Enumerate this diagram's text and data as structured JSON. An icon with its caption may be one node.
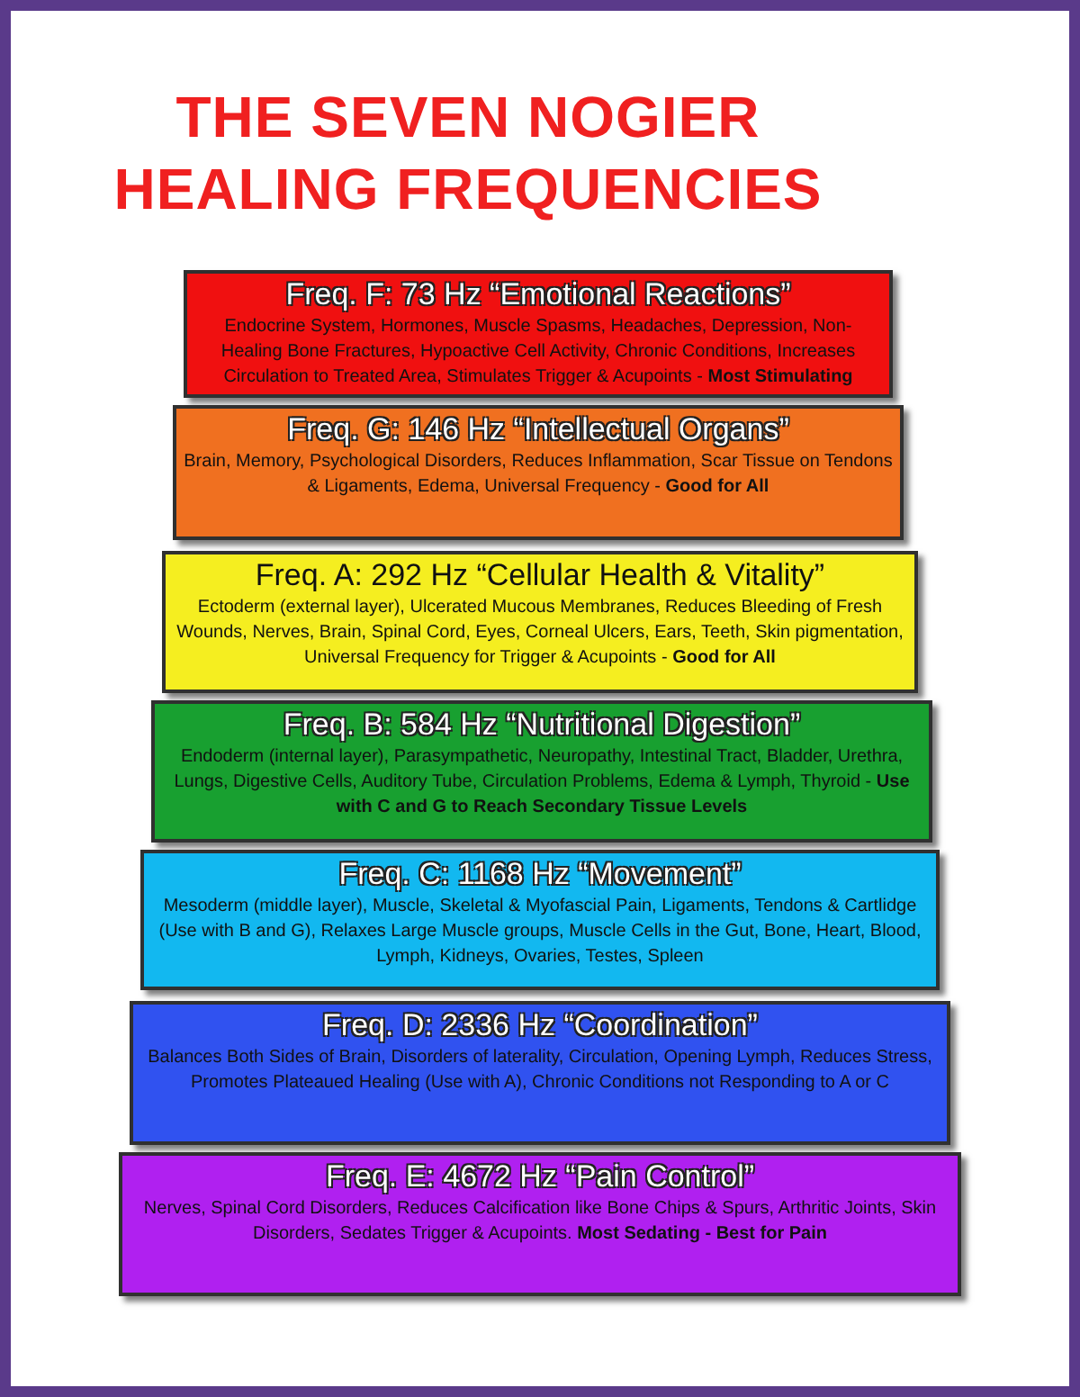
{
  "diagram": {
    "title": "THE SEVEN NOGIER HEALING FREQUENCIES",
    "nodes": [
      {
        "text": [
          "Freq. F: 73 Hz “Emotional Reactions”",
          "Endocrine System, Hormones, Muscle Spasms, Headaches, Depression, Non-Healing Bone Fractures, Hypoactive Cell Activity, Chronic Conditions, Increases Circulation to Treated Area, Stimulates Trigger & Acupoints - **Most Stimulating**"
        ]
      },
      {
        "text": [
          "Freq. G: 146 Hz “Intellectual Organs”",
          "Brain, Memory, Psychological Disorders, Reduces Inflammation, Scar Tissue on Tendons & Ligaments, Edema, Universal Frequency - **Good for All**"
        ]
      },
      {
        "text": [
          "Freq. A: 292 Hz “Cellular Health & Vitality”",
          "Ectoderm (external layer), Ulcerated Mucous Membranes, Reduces Bleeding of Fresh Wounds, Nerves, Brain, Spinal Cord, Eyes, Corneal Ulcers, Ears, Teeth, Skin pigmentation, Universal Frequency for Trigger & Acupoints - **Good for All**"
        ]
      },
      {
        "text": [
          "Freq. B: 584 Hz “Nutritional Digestion”",
          "Endoderm (internal layer), Parasympathetic, Neuropathy, Intestinal Tract, Bladder, Urethra, Lungs, Digestive Cells, Auditory Tube, Circulation Problems, Edema & Lymph, Thyroid - **Use with C and G to Reach Secondary Tissue Levels**"
        ]
      },
      {
        "text": [
          "Freq. C: 1168 Hz “Movement”",
          "Mesoderm (middle layer), Muscle, Skeletal & Myofascial Pain, Ligaments, Tendons & Cartlidge (Use with B and G), Relaxes Large Muscle groups, Muscle Cells in the Gut, Bone, Heart, Blood, Lymph, Kidneys, Ovaries, Testes, Spleen"
        ]
      },
      {
        "text": [
          "Freq. D: 2336 Hz “Coordination”",
          "Balances Both Sides of Brain, Disorders of laterality, Circulation, Opening Lymph, Reduces Stress, Promotes Plateaued Healing (Use with A), Chronic Conditions not Responding to A or C"
        ]
      },
      {
        "text": [
          "Freq. E: 4672 Hz “Pain Control”",
          "Nerves, Spinal Cord Disorders, Reduces Calcification like Bone Chips & Spurs, Arthritic Joints, Skin Disorders, Sedates Trigger & Acupoints. **Most Sedating - Best for Pain**"
        ]
      }
    ]
  }
}
